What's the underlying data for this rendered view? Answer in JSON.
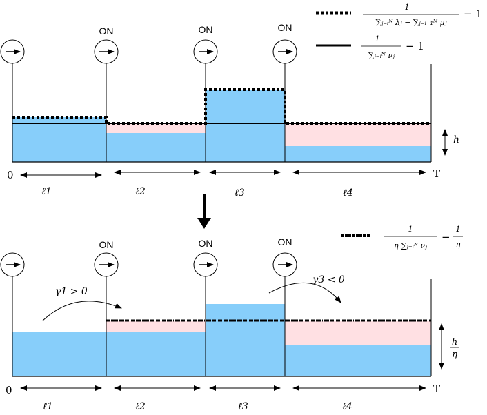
{
  "top": {
    "on_labels": [
      "ON",
      "ON",
      "ON"
    ],
    "axis_start": "0",
    "axis_end": "T",
    "intervals": [
      "ℓ1",
      "ℓ2",
      "ℓ3",
      "ℓ4"
    ],
    "height_label": "h",
    "legend": {
      "dotted": {
        "numerator": "1",
        "denominator": "∑ⱼ₌ᵢᴺ λⱼ − ∑ⱼ₌ᵢ₊₁ᴺ μⱼ",
        "suffix": "− 1"
      },
      "solid": {
        "numerator": "1",
        "denominator": "∑ⱼ₌ᵢᴺ νⱼ",
        "suffix": "− 1"
      }
    }
  },
  "bottom": {
    "on_labels": [
      "ON",
      "ON",
      "ON"
    ],
    "axis_start": "0",
    "axis_end": "T",
    "intervals": [
      "ℓ1",
      "ℓ2",
      "ℓ3",
      "ℓ4"
    ],
    "height_num": "h",
    "height_den": "η",
    "gamma1": "γ1 > 0",
    "gamma3": "γ3 < 0",
    "legend": {
      "numerator": "1",
      "denominator": "η ∑ⱼ₌ᵢᴺ νⱼ",
      "minus": "−",
      "tail_num": "1",
      "tail_den": "η"
    }
  },
  "colors": {
    "blue": "#87cefa",
    "pink": "#ffe0e3",
    "line": "#000000"
  }
}
